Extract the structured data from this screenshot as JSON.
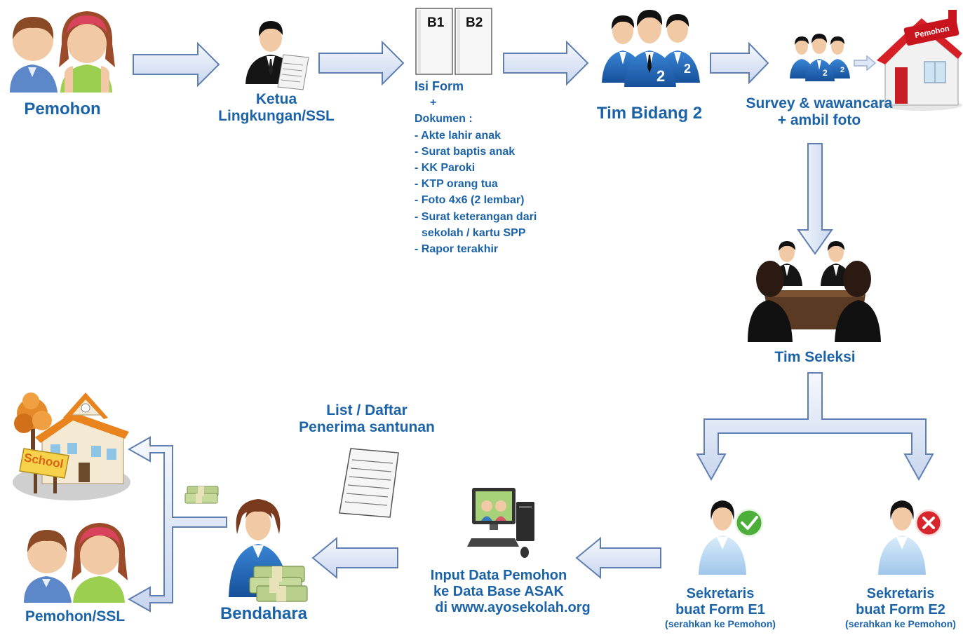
{
  "nodes": {
    "pemohon_top": "Pemohon",
    "ketua": [
      "Ketua",
      "Lingkungan/SSL"
    ],
    "form_b1": "B1",
    "form_b2": "B2",
    "isi_form": "Isi Form",
    "plus": "+",
    "dokumen": "Dokumen :",
    "doc_items": [
      "- Akte lahir anak",
      "- Surat baptis anak",
      "- KK Paroki",
      "- KTP orang tua",
      "- Foto 4x6 (2 lembar)",
      "- Surat keterangan dari",
      "sekolah / kartu SPP",
      "- Rapor terakhir"
    ],
    "tim_bidang": "Tim Bidang 2",
    "badge_number": "2",
    "survey": [
      "Survey & wawancara",
      "+ ambil foto"
    ],
    "house_sign": "Pemohon",
    "tim_seleksi": "Tim Seleksi",
    "sek_e1": [
      "Sekretaris",
      "buat Form E1",
      "(serahkan ke Pemohon)"
    ],
    "sek_e2": [
      "Sekretaris",
      "buat Form E2",
      "(serahkan ke Pemohon)"
    ],
    "input_data": [
      "Input Data Pemohon",
      "ke Data Base ASAK",
      "di www.ayosekolah.org"
    ],
    "list": [
      "List / Daftar",
      "Penerima santunan"
    ],
    "bendahara": "Bendahara",
    "school_sign": "School",
    "pemohon_bottom": "Pemohon/SSL"
  },
  "colors": {
    "label": "#1b63a8",
    "arrow_fill": "#dfe8f6",
    "arrow_stroke": "#5f7fb3",
    "suit": "#1f5fb0",
    "skin": "#f2c9a5"
  }
}
